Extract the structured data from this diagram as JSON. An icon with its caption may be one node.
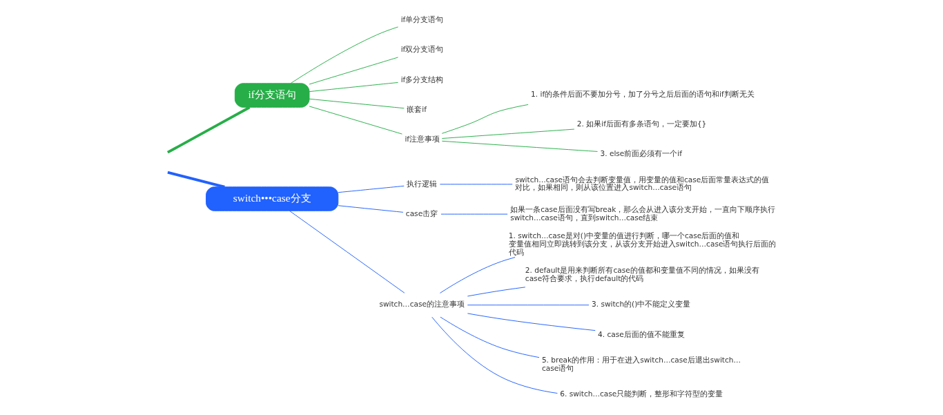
{
  "diagram": {
    "nodes": [
      {
        "text": [
          "if分支语句"
        ]
      },
      {
        "text": [
          "if单分支语句"
        ]
      },
      {
        "text": [
          "if双分支语句"
        ]
      },
      {
        "text": [
          "if多分支结构"
        ]
      },
      {
        "text": [
          "嵌套if"
        ]
      },
      {
        "text": [
          "if注意事项"
        ]
      },
      {
        "text": [
          "1. if的条件后面不要加分号，加了分号之后后面的语句和if判断无关"
        ]
      },
      {
        "text": [
          "2. 如果if后面有多条语句，一定要加{}"
        ]
      },
      {
        "text": [
          "3. else前面必须有一个if"
        ]
      },
      {
        "text": [
          "switch•••case分支"
        ]
      },
      {
        "text": [
          "执行逻辑"
        ]
      },
      {
        "text": [
          "switch…case语句会去判断变量值，用变量的值和case后面常量表达式的值对比，如果相同，则从该位置进入switch…case语句"
        ]
      },
      {
        "text": [
          "case击穿"
        ]
      },
      {
        "text": [
          "如果一条case后面没有写break，那么会从进入该分支开始，一直向下顺序执行switch…case语句，直到switch…case结束"
        ]
      },
      {
        "text": [
          "switch…case的注意事项"
        ]
      },
      {
        "text": [
          "1. switch…case是对()中变量的值进行判断，哪一个case后面的值和变量值相同立即跳转到该分支，从该分支开始进入switch…case语句执行后面的代码"
        ]
      },
      {
        "text": [
          "2. default是用来判断所有case的值都和变量值不同的情况，如果没有case符合要求，执行default的代码"
        ]
      },
      {
        "text": [
          "3. switch的()中不能定义变量"
        ]
      },
      {
        "text": [
          "4. case后面的值不能重复"
        ]
      },
      {
        "text": [
          "5. break的作用：用于在进入switch…case后退出switch…case语句"
        ]
      },
      {
        "text": [
          "6. switch…case只能判断，整形和字符型的变量"
        ]
      }
    ],
    "edges": [
      {
        "from": null,
        "to": 0,
        "arrow": "none",
        "style": "thick",
        "color": "#27ae48"
      },
      {
        "from": 0,
        "to": 1,
        "arrow": "none",
        "color": "#27ae48"
      },
      {
        "from": 0,
        "to": 2,
        "arrow": "none",
        "color": "#27ae48"
      },
      {
        "from": 0,
        "to": 3,
        "arrow": "none",
        "color": "#27ae48"
      },
      {
        "from": 0,
        "to": 4,
        "arrow": "none",
        "color": "#27ae48"
      },
      {
        "from": 0,
        "to": 5,
        "arrow": "none",
        "color": "#27ae48"
      },
      {
        "from": 5,
        "to": 6,
        "arrow": "none",
        "color": "#27ae48"
      },
      {
        "from": 5,
        "to": 7,
        "arrow": "none",
        "color": "#27ae48"
      },
      {
        "from": 5,
        "to": 8,
        "arrow": "none",
        "color": "#27ae48"
      },
      {
        "from": null,
        "to": 9,
        "arrow": "none",
        "style": "thick"
      },
      {
        "from": 9,
        "to": 10,
        "arrow": "none"
      },
      {
        "from": 9,
        "to": 12,
        "arrow": "none"
      },
      {
        "from": 9,
        "to": 14,
        "arrow": "none"
      },
      {
        "from": 10,
        "to": 11,
        "arrow": "none"
      },
      {
        "from": 12,
        "to": 13,
        "arrow": "none"
      },
      {
        "from": 14,
        "to": 15,
        "arrow": "none"
      },
      {
        "from": 14,
        "to": 16,
        "arrow": "none"
      },
      {
        "from": 14,
        "to": 17,
        "arrow": "none"
      },
      {
        "from": 14,
        "to": 18,
        "arrow": "none"
      },
      {
        "from": 14,
        "to": 19,
        "arrow": "none"
      },
      {
        "from": 14,
        "to": 20,
        "arrow": "none"
      }
    ]
  }
}
